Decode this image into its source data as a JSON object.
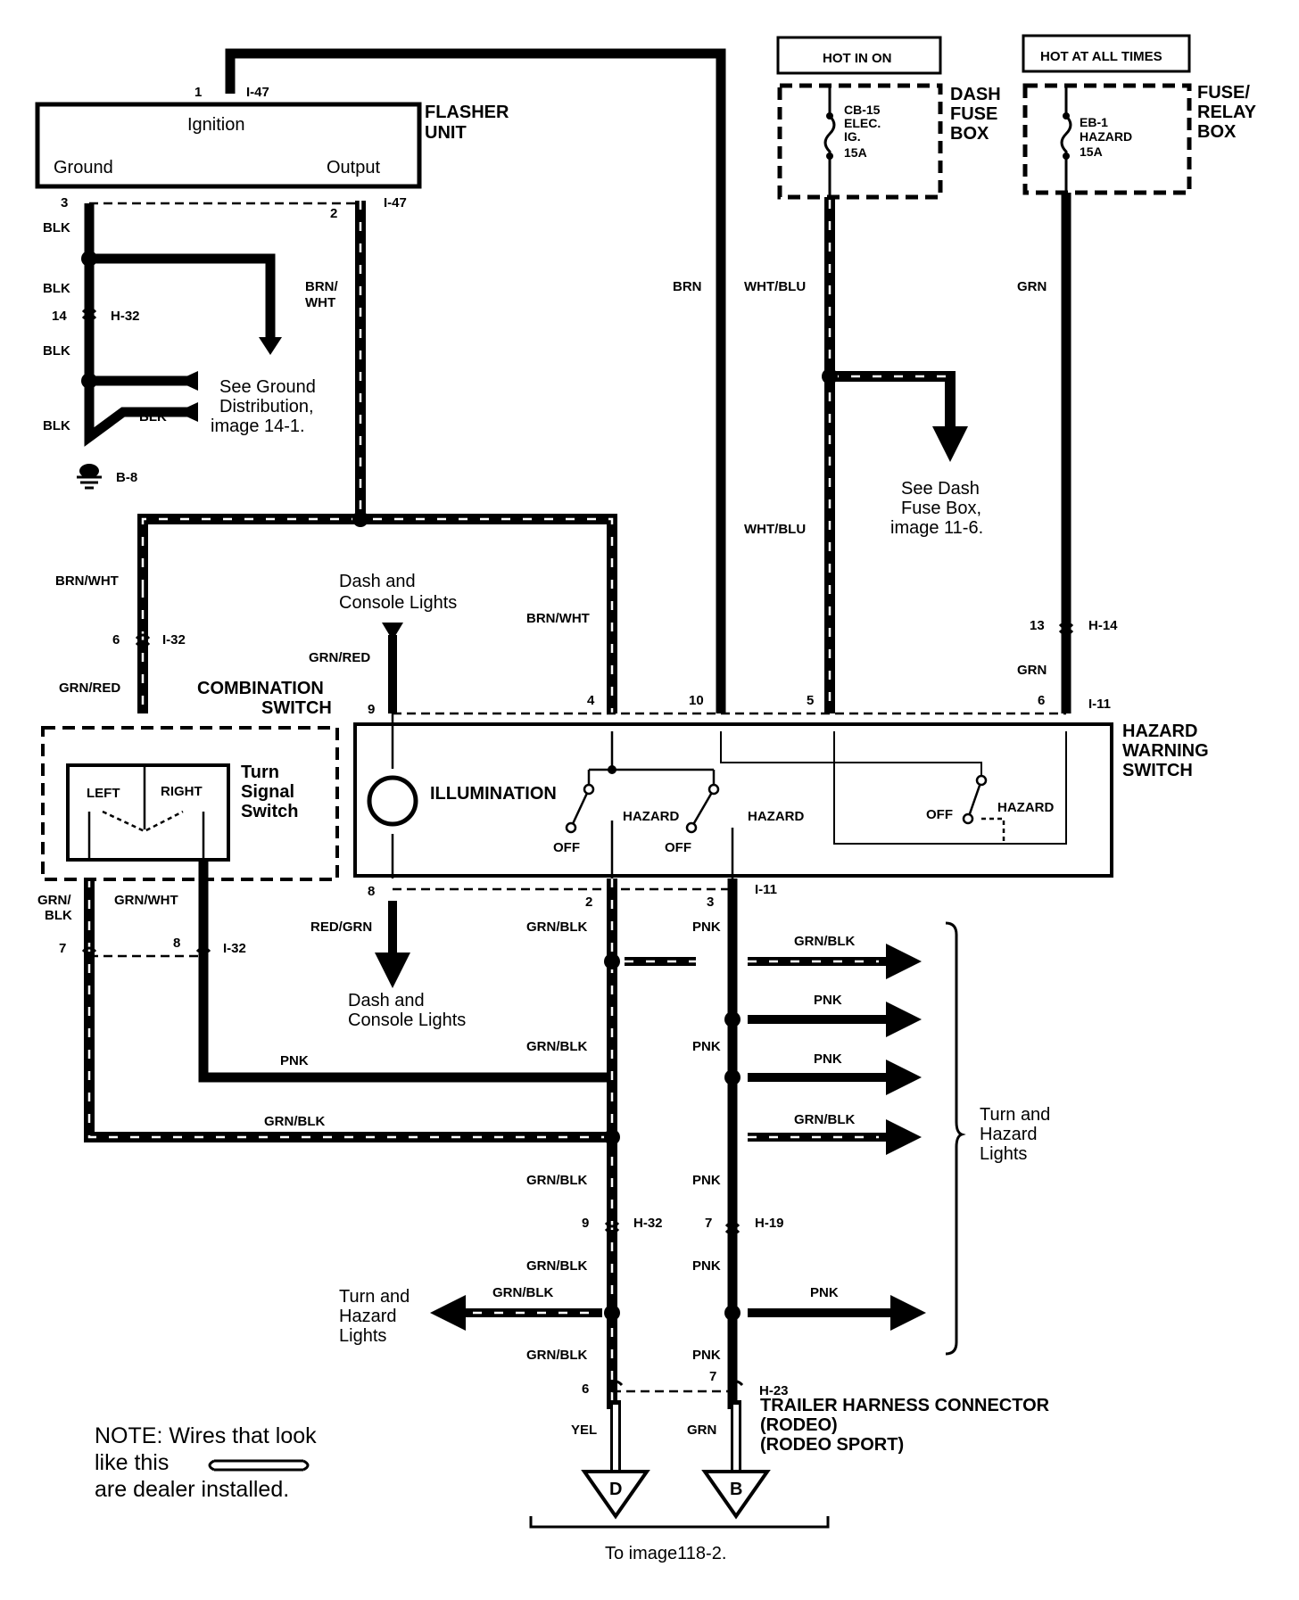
{
  "components": {
    "flasher_unit": {
      "title_line1": "FLASHER",
      "title_line2": "UNIT",
      "ignition": "Ignition",
      "ground": "Ground",
      "output": "Output"
    },
    "dash_fuse_box": {
      "hot_label": "HOT IN ON",
      "title_line1": "DASH",
      "title_line2": "FUSE",
      "title_line3": "BOX",
      "fuse_line1": "CB-15",
      "fuse_line2": "ELEC.",
      "fuse_line3": "IG.",
      "fuse_line4": "15A"
    },
    "fuse_relay_box": {
      "hot_label": "HOT AT ALL TIMES",
      "title_line1": "FUSE/",
      "title_line2": "RELAY",
      "title_line3": "BOX",
      "fuse_line1": "EB-1",
      "fuse_line2": "HAZARD",
      "fuse_line3": "15A"
    },
    "combination_switch": {
      "title_line1": "COMBINATION",
      "title_line2": "SWITCH",
      "turn_line1": "Turn",
      "turn_line2": "Signal",
      "turn_line3": "Switch",
      "left": "LEFT",
      "right": "RIGHT"
    },
    "hazard_switch": {
      "title_line1": "HAZARD",
      "title_line2": "WARNING",
      "title_line3": "SWITCH",
      "illumination": "ILLUMINATION",
      "hazard": "HAZARD",
      "off": "OFF"
    }
  },
  "connectors": {
    "i47": "I-47",
    "h32": "H-32",
    "b8": "B-8",
    "i32": "I-32",
    "h14": "H-14",
    "i11": "I-11",
    "h19": "H-19",
    "h23": "H-23"
  },
  "pins": {
    "p1": "1",
    "p3": "3",
    "p2": "2",
    "p14": "14",
    "p6": "6",
    "p13": "13",
    "p9": "9",
    "p4": "4",
    "p10": "10",
    "p5": "5",
    "p8": "8",
    "p7": "7",
    "p8b": "8",
    "p2b": "2",
    "p3b": "3",
    "p9b": "9",
    "p7b": "7",
    "p6b": "6",
    "p7c": "7",
    "p6c": "6",
    "p7d": "7"
  },
  "wires": {
    "blk": "BLK",
    "brn_wht": "BRN/WHT",
    "brn_wht_1": "BRN/",
    "brn_wht_2": "WHT",
    "brn": "BRN",
    "wht_blu": "WHT/BLU",
    "grn": "GRN",
    "grn_red": "GRN/RED",
    "red_grn": "RED/GRN",
    "grn_blk": "GRN/BLK",
    "grn_blk_1": "GRN/",
    "grn_blk_2": "BLK",
    "grn_wht": "GRN/WHT",
    "pnk": "PNK",
    "yel": "YEL"
  },
  "notes": {
    "see_ground_1": "See Ground",
    "see_ground_2": "Distribution,",
    "see_ground_3": "image 14-1.",
    "see_dash_1": "See Dash",
    "see_dash_2": "Fuse Box,",
    "see_dash_3": "image 11-6.",
    "dash_console_1": "Dash and",
    "dash_console_2": "Console Lights",
    "turn_hazard_1": "Turn and",
    "turn_hazard_2": "Hazard",
    "turn_hazard_3": "Lights",
    "trailer_1": "TRAILER HARNESS CONNECTOR",
    "trailer_2": "(RODEO)",
    "trailer_3": "(RODEO SPORT)",
    "note_1": "NOTE: Wires that look",
    "note_2": "like  this",
    "note_3": "are dealer installed.",
    "to_image": "To image118-2.",
    "d": "D",
    "b": "B"
  }
}
